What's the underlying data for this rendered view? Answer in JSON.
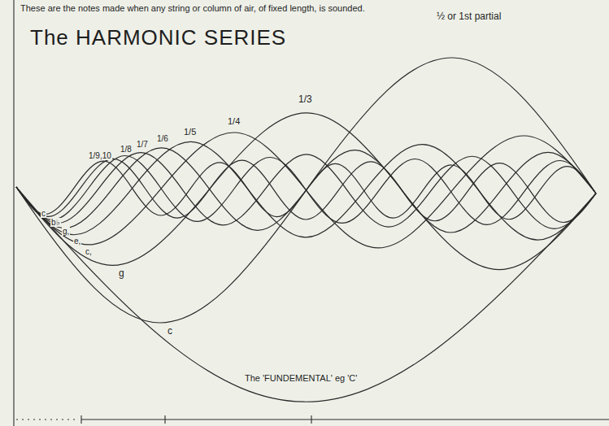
{
  "diagram": {
    "title": "The HARMONIC SERIES",
    "labels": [
      "These are the notes made when any string or column of air, of fixed length, is sounded.",
      "½ or 1st partial",
      "1/3",
      "1/4",
      "1/5",
      "1/6",
      "1/7",
      "1/8",
      "1/9,10",
      "c",
      "g",
      "c,",
      "e,",
      "g,",
      "b♭",
      "c",
      "The 'FUNDEMENTAL' eg 'C'"
    ]
  }
}
